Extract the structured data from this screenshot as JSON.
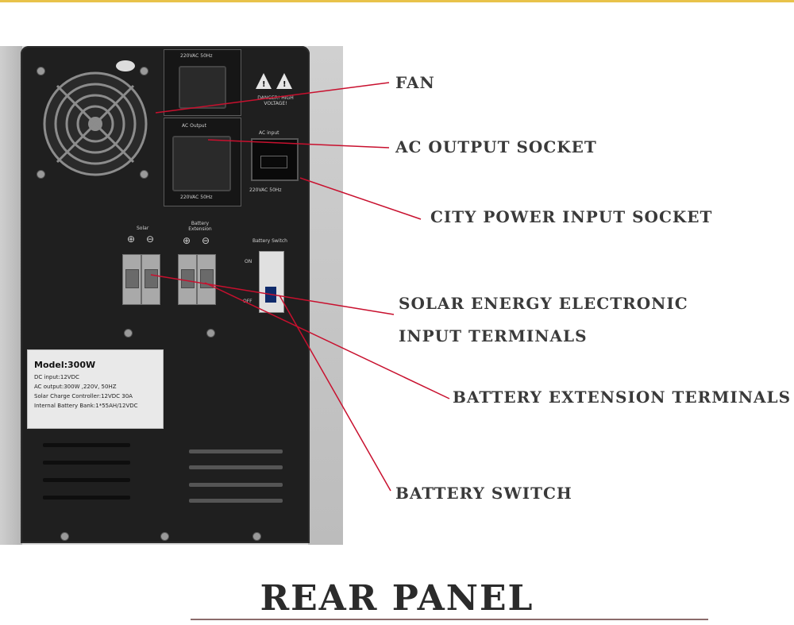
{
  "colors": {
    "accent_line": "#c8102e",
    "header_rule": "#e8c24a",
    "text": "#3a3a3a"
  },
  "device": {
    "socket_top_label": "220VAC 50Hz",
    "warning_label": "DANGER! HIGH VOLTAGE!",
    "ac_output_label": "AC Output",
    "socket_bottom_label": "220VAC 50Hz",
    "ac_input_label": "AC input",
    "ac_input_rating": "220VAC 50Hz",
    "solar_label": "Solar",
    "battery_ext_label": "Battery Extension",
    "battery_switch_label": "Battery Switch",
    "switch_on": "ON",
    "switch_off": "OFF",
    "plus_sign": "⊕",
    "minus_sign": "⊖"
  },
  "nameplate": {
    "model": "Model:300W",
    "lines": [
      "DC input:12VDC",
      "AC output:300W ,220V, 50HZ",
      "Solar Charge Controller:12VDC 30A",
      "Internal Battery Bank:1*55AH/12VDC"
    ]
  },
  "callouts": {
    "fan": "FAN",
    "ac_output_socket": "AC OUTPUT SOCKET",
    "city_power_input_socket": "CITY POWER INPUT SOCKET",
    "solar_line1": "SOLAR ENERGY ELECTRONIC",
    "solar_line2": "INPUT TERMINALS",
    "battery_extension_terminals": "BATTERY EXTENSION TERMINALS",
    "battery_switch": "BATTERY SWITCH"
  },
  "title": "REAR PANEL"
}
